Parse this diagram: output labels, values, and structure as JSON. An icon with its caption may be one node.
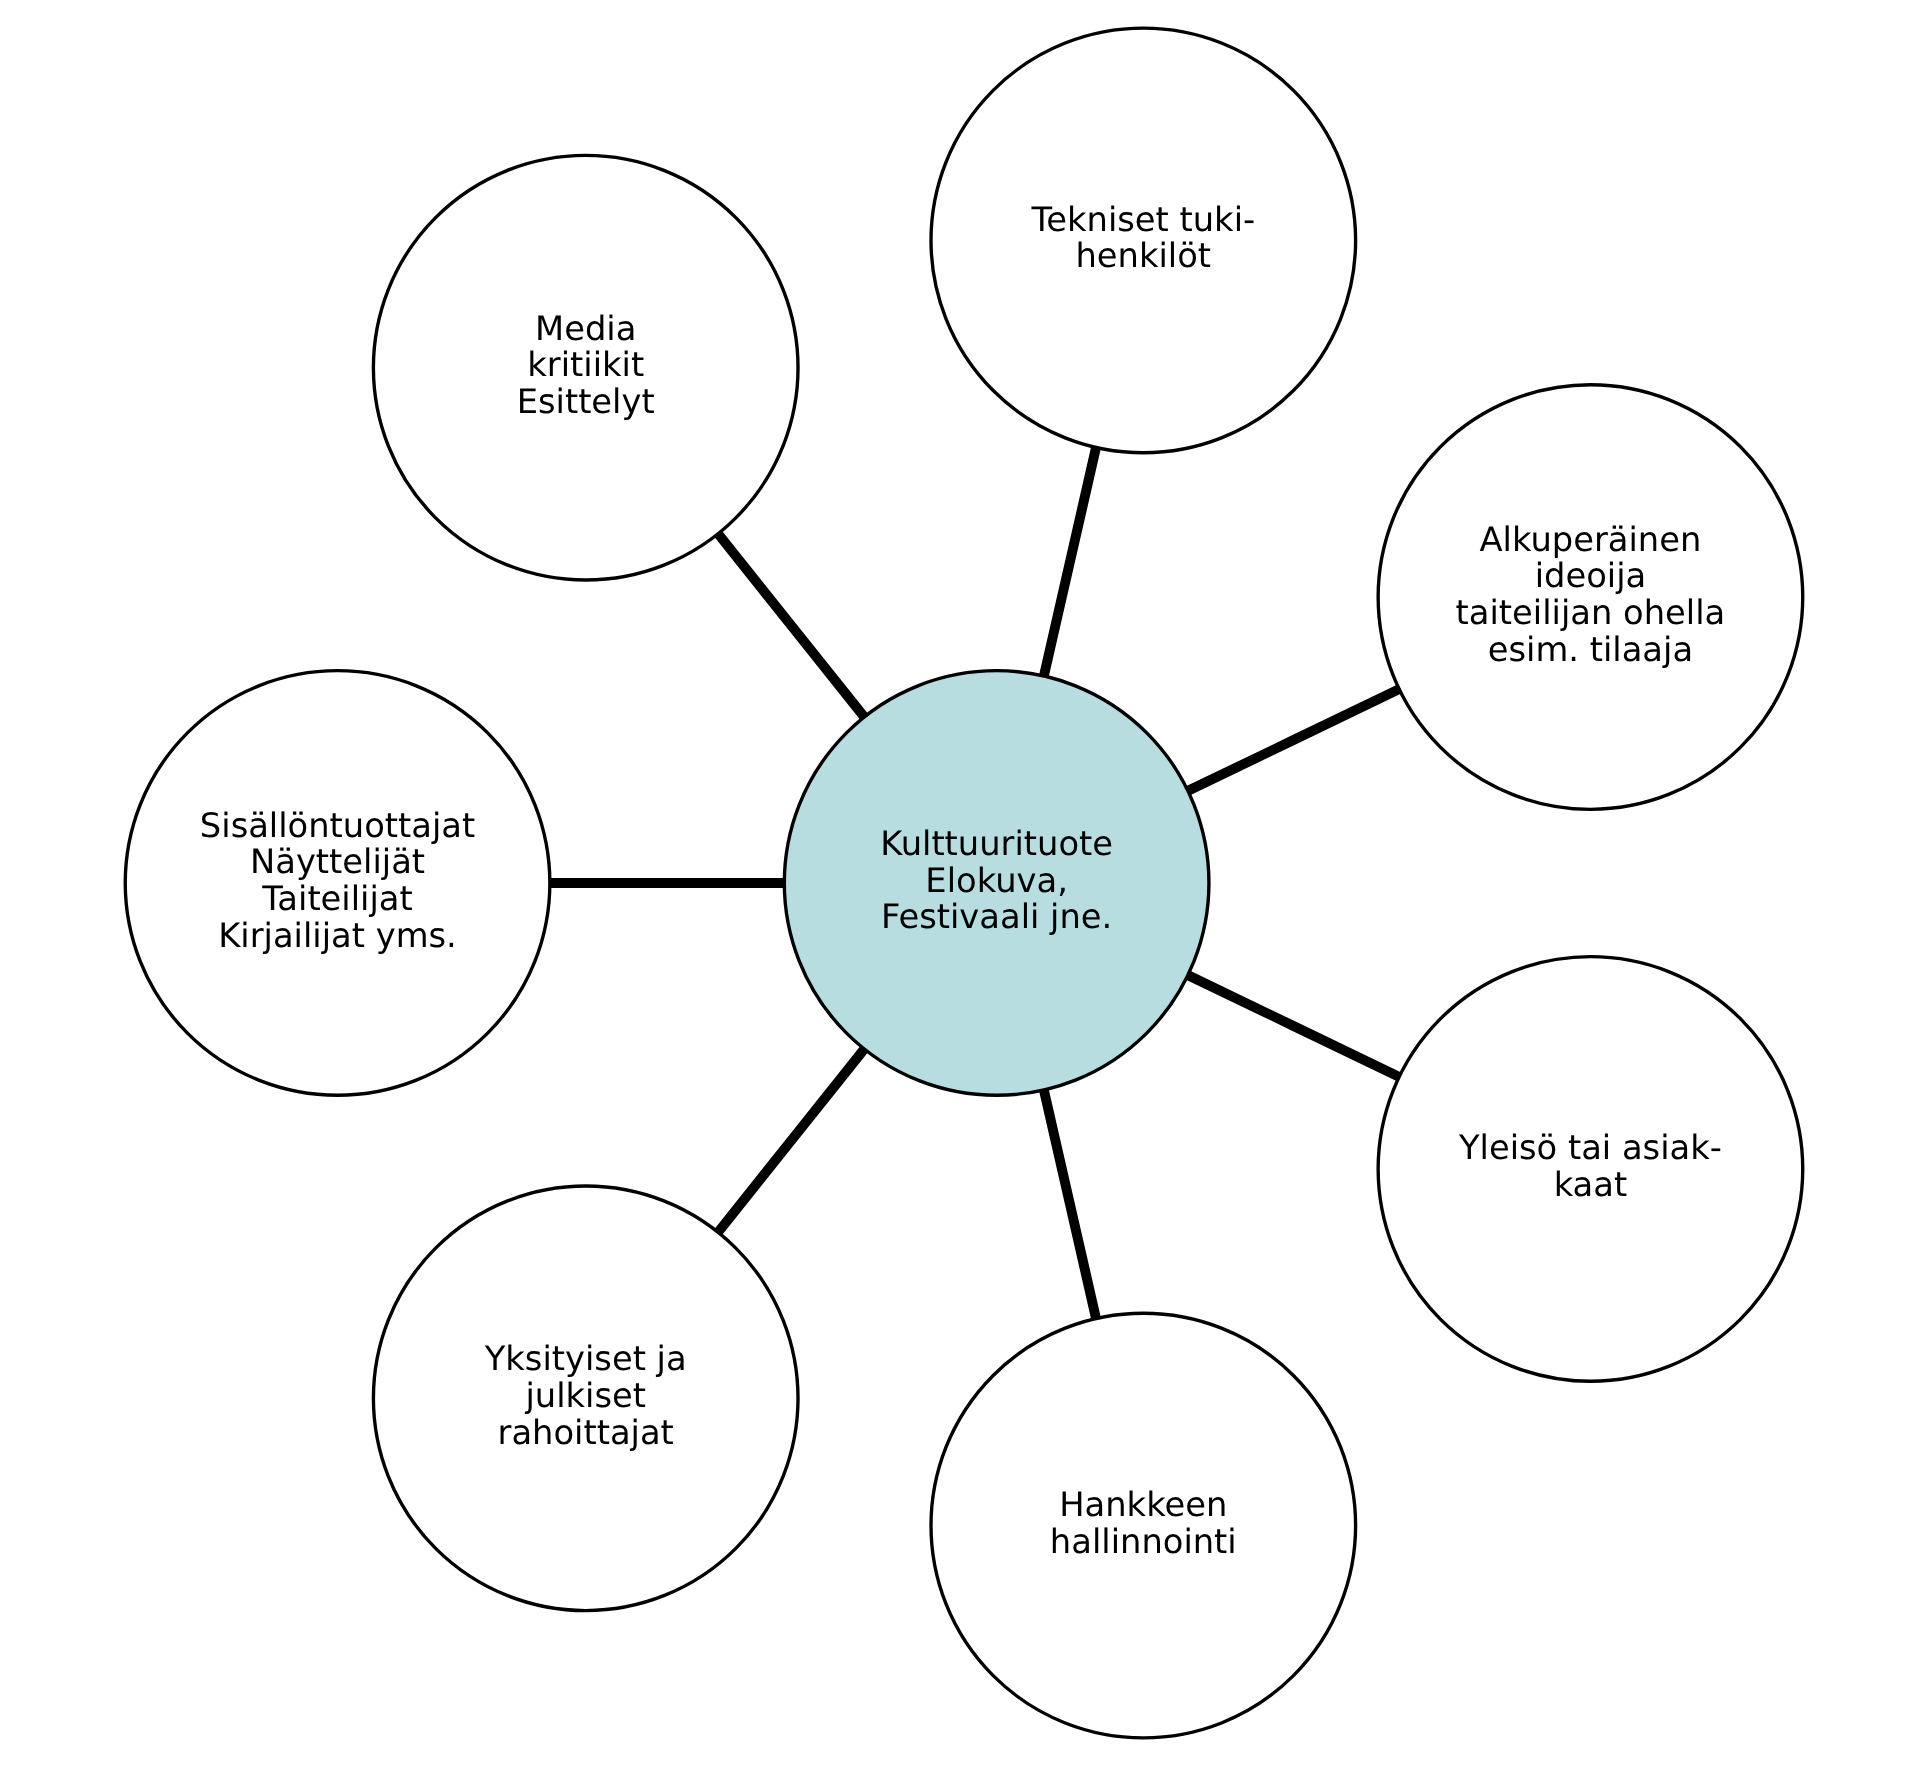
{
  "diagram": {
    "nodes": [
      {
        "text": [
          "Kulttuurituote",
          "Elokuva,",
          "Festivaali jne."
        ]
      },
      {
        "text": [
          "Alkuperäinen ideoija",
          "taiteilijan ohella",
          "esim. tilaaja"
        ]
      },
      {
        "text": [
          "Tekniset tuki- henkilöt"
        ]
      },
      {
        "text": [
          "Media",
          "kritiikit",
          "Esittelyt"
        ]
      },
      {
        "text": [
          "Sisällöntuottajat",
          "Näyttelijät",
          "Taiteilijat",
          "Kirjailijat yms."
        ]
      },
      {
        "text": [
          "Yksityiset ja julkiset rahoittajat"
        ]
      },
      {
        "text": [
          "Hankkeen hallinnointi"
        ]
      },
      {
        "text": [
          "Yleisö tai asiak- kaat"
        ]
      }
    ],
    "edges": [
      {
        "from": 0,
        "to": 1,
        "arrow": "none"
      },
      {
        "from": 0,
        "to": 2,
        "arrow": "none"
      },
      {
        "from": 0,
        "to": 3,
        "arrow": "none"
      },
      {
        "from": 0,
        "to": 4,
        "arrow": "none"
      },
      {
        "from": 0,
        "to": 5,
        "arrow": "none"
      },
      {
        "from": 0,
        "to": 6,
        "arrow": "none"
      },
      {
        "from": 0,
        "to": 7,
        "arrow": "none"
      }
    ]
  }
}
